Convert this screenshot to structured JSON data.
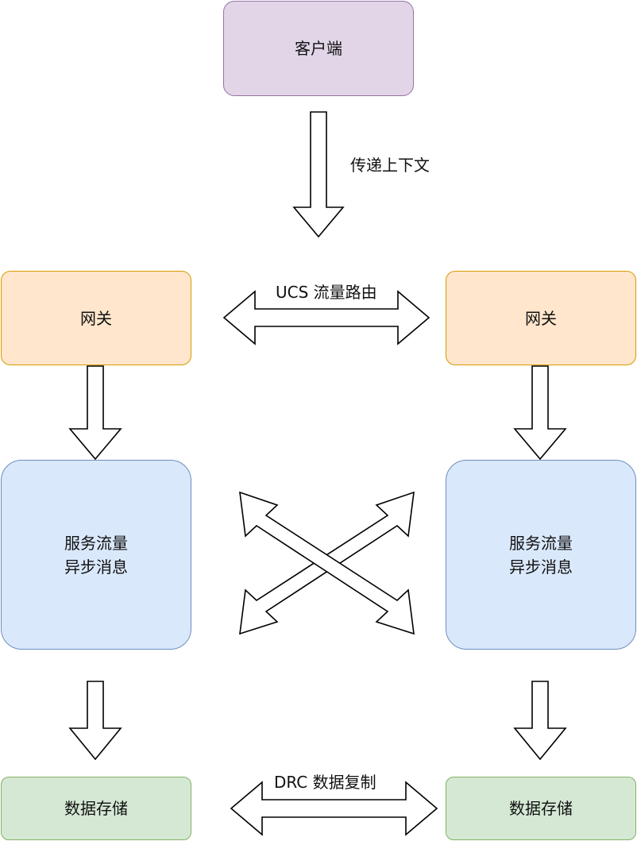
{
  "nodes": {
    "client": {
      "label": "客户端"
    },
    "gateway_left": {
      "label": "网关"
    },
    "gateway_right": {
      "label": "网关"
    },
    "service_left": {
      "label": "服务流量\n异步消息"
    },
    "service_right": {
      "label": "服务流量\n异步消息"
    },
    "storage_left": {
      "label": "数据存储"
    },
    "storage_right": {
      "label": "数据存储"
    }
  },
  "edges": {
    "context_label": "传递上下文",
    "ucs_label": "UCS 流量路由",
    "drc_label": "DRC 数据复制"
  },
  "colors": {
    "client_fill": "#e1d5e7",
    "client_stroke": "#9673a6",
    "gateway_fill": "#ffe6cc",
    "gateway_stroke": "#d79b00",
    "service_fill": "#dae8fc",
    "service_stroke": "#6c8ebf",
    "storage_fill": "#d5e8d4",
    "storage_stroke": "#82b366"
  }
}
